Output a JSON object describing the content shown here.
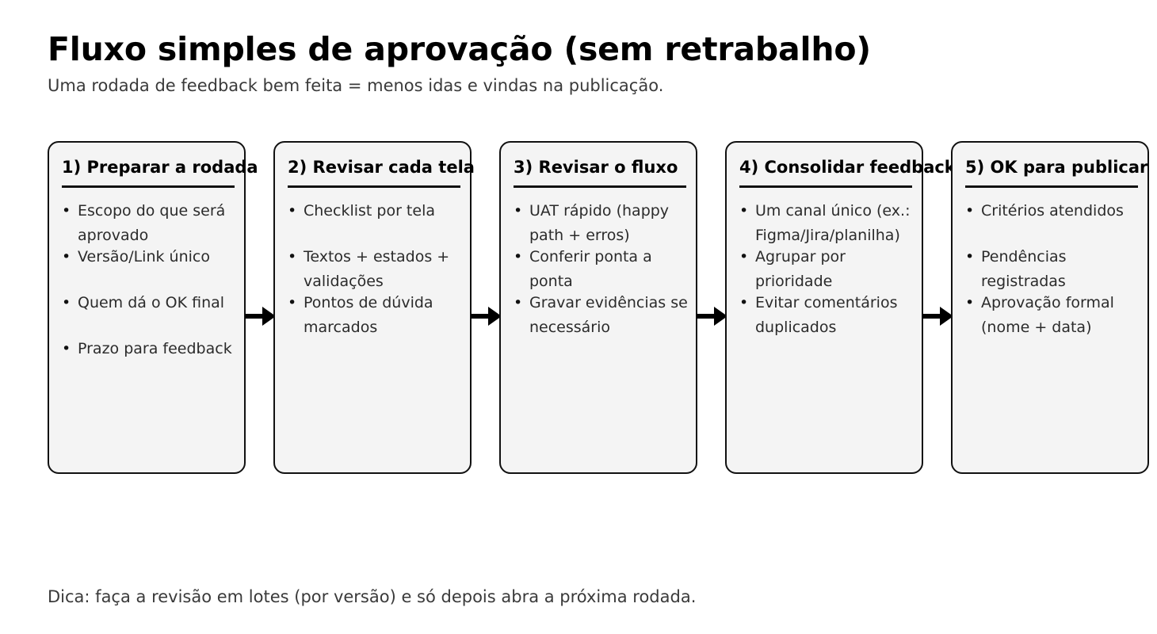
{
  "header": {
    "title": "Fluxo simples de aprovação (sem retrabalho)",
    "subtitle": "Uma rodada de feedback bem feita = menos idas e vindas na publicação."
  },
  "footer": {
    "note": "Dica: faça a revisão em lotes (por versão) e só depois abra a próxima rodada."
  },
  "flow": {
    "steps": [
      {
        "title": "1) Preparar a rodada",
        "bullets": [
          "Escopo do que será aprovado",
          "Versão/Link único",
          "Quem dá o OK final",
          "Prazo para feedback"
        ]
      },
      {
        "title": "2) Revisar cada tela",
        "bullets": [
          "Checklist por tela",
          "Textos + estados + validações",
          "Pontos de dúvida marcados"
        ]
      },
      {
        "title": "3) Revisar o fluxo",
        "bullets": [
          "UAT rápido (happy path + erros)",
          "Conferir ponta a ponta",
          "Gravar evidências se necessário"
        ]
      },
      {
        "title": "4) Consolidar feedback",
        "bullets": [
          "Um canal único (ex.: Figma/Jira/planilha)",
          "Agrupar por prioridade",
          "Evitar comentários duplicados"
        ]
      },
      {
        "title": "5) OK para publicar",
        "bullets": [
          "Critérios atendidos",
          "Pendências registradas",
          "Aprovação formal (nome + data)"
        ]
      }
    ],
    "arrow_count": 4,
    "arrow_icon": "arrow-right-icon"
  },
  "colors": {
    "page_background": "#ffffff",
    "card_background": "#f4f4f4",
    "card_border": "#111111",
    "title_text": "#000000",
    "body_text": "#2b2b2b",
    "muted_text": "#3a3a3a",
    "arrow": "#000000"
  }
}
